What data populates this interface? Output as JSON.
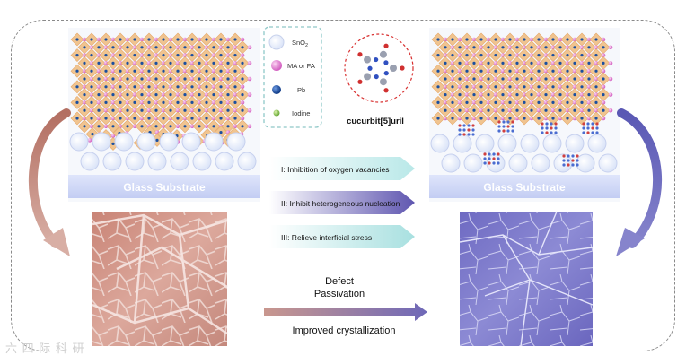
{
  "legend": {
    "items": [
      {
        "label": "SnO",
        "sub": "2",
        "color": "#e8eefa"
      },
      {
        "label": "MA or FA",
        "color": "#e070c8"
      },
      {
        "label": "Pb",
        "color": "#1a4fa0"
      },
      {
        "label": "Iodine",
        "color": "#8cc850"
      }
    ]
  },
  "molecule": {
    "label": "cucurbit[5]uril"
  },
  "substrate": {
    "left_label": "Glass Substrate",
    "right_label": "Glass Substrate"
  },
  "steps": [
    {
      "text": "I: Inhibition of oxygen vacancies"
    },
    {
      "text": "II: Inhibit heterogeneous nucleation"
    },
    {
      "text": "III: Relieve interficial stress"
    }
  ],
  "bottom": {
    "line1": "Defect",
    "line2": "Passivation",
    "line3": "Improved crystallization"
  },
  "watermark": "六 四 际 科 研",
  "colors": {
    "left_film": "#d49a8e",
    "right_film": "#7a78c8",
    "step1": "#c8ecec",
    "step2": "#6a5fb8",
    "step3": "#b8e6e6"
  }
}
